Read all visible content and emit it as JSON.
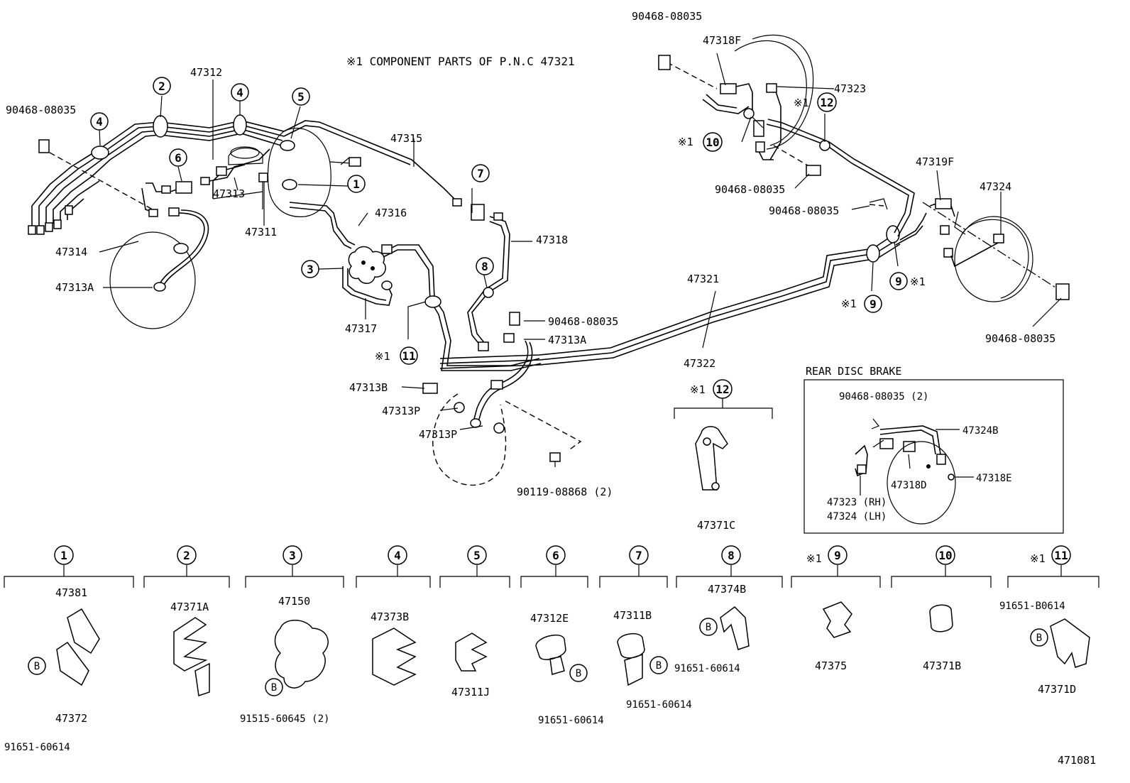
{
  "header": {
    "note": "※1 COMPONENT PARTS OF P.N.C 47321"
  },
  "labels": {
    "p47312": "47312",
    "p90468_tl": "90468-08035",
    "p47313": "47313",
    "p47311": "47311",
    "p47314": "47314",
    "p47313A_l": "47313A",
    "p47315": "47315",
    "p47316": "47316",
    "p47317": "47317",
    "p47318": "47318",
    "p90468_mid": "90468-08035",
    "p47313A_m": "47313A",
    "p47313B": "47313B",
    "p47313P_a": "47313P",
    "p47313P_b": "47313P",
    "p90119": "90119-08868 (2)",
    "p47321": "47321",
    "p47322": "47322",
    "p90468_tr": "90468-08035",
    "p47318F": "47318F",
    "p47323": "47323",
    "p90468_tr2": "90468-08035",
    "p90468_tr3": "90468-08035",
    "p47319F": "47319F",
    "p47324": "47324",
    "p90468_r": "90468-08035",
    "p47371C": "47371C",
    "rear_title": "REAR DISC BRAKE",
    "rear_90468": "90468-08035 (2)",
    "rear_47324B": "47324B",
    "rear_47318D": "47318D",
    "rear_47318E": "47318E",
    "rear_47323": "47323 (RH)",
    "rear_47324": "47324 (LH)",
    "diagram_id": "471081"
  },
  "callouts": {
    "c1": "1",
    "c2": "2",
    "c3": "3",
    "c4a": "4",
    "c4b": "4",
    "c5": "5",
    "c6": "6",
    "c7": "7",
    "c8": "8",
    "c9": "9",
    "c9b": "9",
    "c10": "10",
    "c11": "11",
    "c12": "12",
    "c12b": "12",
    "s9": "※1",
    "s9b": "※1",
    "s10": "※1",
    "s11": "※1",
    "s12": "※1",
    "s12b": "※1"
  },
  "legend": [
    {
      "num": "1",
      "prefix": "",
      "parts": [
        "47381",
        "47372"
      ],
      "bolt": "91651-60614"
    },
    {
      "num": "2",
      "prefix": "",
      "parts": [
        "47371A"
      ],
      "bolt": ""
    },
    {
      "num": "3",
      "prefix": "",
      "parts": [
        "47150"
      ],
      "bolt": "91515-60645 (2)"
    },
    {
      "num": "4",
      "prefix": "",
      "parts": [
        "47373B"
      ],
      "bolt": ""
    },
    {
      "num": "5",
      "prefix": "",
      "parts": [
        "47311J"
      ],
      "bolt": ""
    },
    {
      "num": "6",
      "prefix": "",
      "parts": [
        "47312E"
      ],
      "bolt": "91651-60614"
    },
    {
      "num": "7",
      "prefix": "",
      "parts": [
        "47311B"
      ],
      "bolt": "91651-60614"
    },
    {
      "num": "8",
      "prefix": "",
      "parts": [
        "47374B"
      ],
      "bolt": "91651-60614"
    },
    {
      "num": "9",
      "prefix": "※1",
      "parts": [
        "47375"
      ],
      "bolt": ""
    },
    {
      "num": "10",
      "prefix": "",
      "parts": [
        "47371B"
      ],
      "bolt": ""
    },
    {
      "num": "11",
      "prefix": "※1",
      "parts": [
        "47371D"
      ],
      "bolt": "91651-B0614"
    }
  ],
  "bolt_marker": "B"
}
